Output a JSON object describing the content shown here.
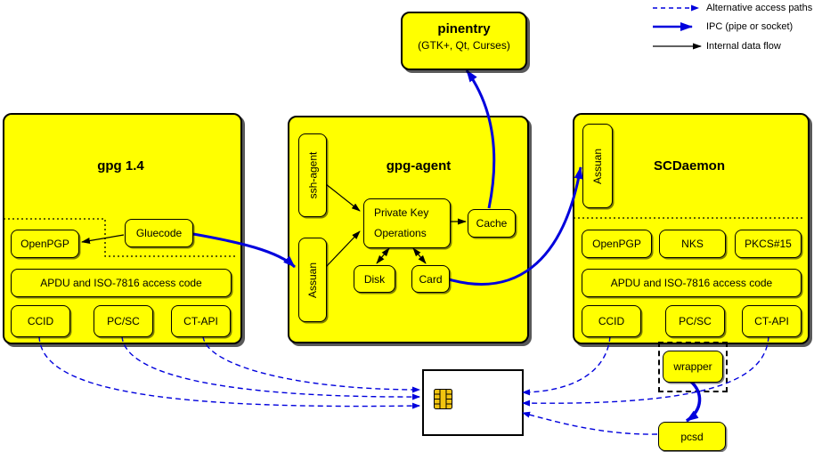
{
  "legend": {
    "items": [
      {
        "id": "alt",
        "label": "Alternative access paths"
      },
      {
        "id": "ipc",
        "label": "IPC (pipe or socket)"
      },
      {
        "id": "internal",
        "label": "Internal data flow"
      }
    ]
  },
  "colors": {
    "node_fill": "#ffff00",
    "line_blue": "#0000dd",
    "line_black": "#000000",
    "chip_gold": "#f2c40f",
    "card_fill": "#ffffff"
  },
  "nodes": {
    "pinentry": {
      "title": "pinentry",
      "subtitle": "(GTK+, Qt, Curses)"
    },
    "gpg14": {
      "title": "gpg 1.4",
      "openpgp": "OpenPGP",
      "gluecode": "Gluecode",
      "apdu": "APDU and ISO-7816 access code",
      "ccid": "CCID",
      "pcsc": "PC/SC",
      "ctapi": "CT-API"
    },
    "gpg_agent": {
      "title": "gpg-agent",
      "ssh_agent": "ssh-agent",
      "assuan": "Assuan",
      "private_key_ops": [
        "Private Key",
        "Operations"
      ],
      "cache": "Cache",
      "disk": "Disk",
      "card": "Card"
    },
    "scdaemon": {
      "title": "SCDaemon",
      "assuan": "Assuan",
      "openpgp": "OpenPGP",
      "nks": "NKS",
      "pkcs15": "PKCS#15",
      "apdu": "APDU and ISO-7816 access code",
      "ccid": "CCID",
      "pcsc": "PC/SC",
      "ctapi": "CT-API"
    },
    "wrapper": {
      "label": "wrapper"
    },
    "pcsd": {
      "label": "pcsd"
    },
    "smartcard": {
      "label": "smartcard"
    }
  }
}
